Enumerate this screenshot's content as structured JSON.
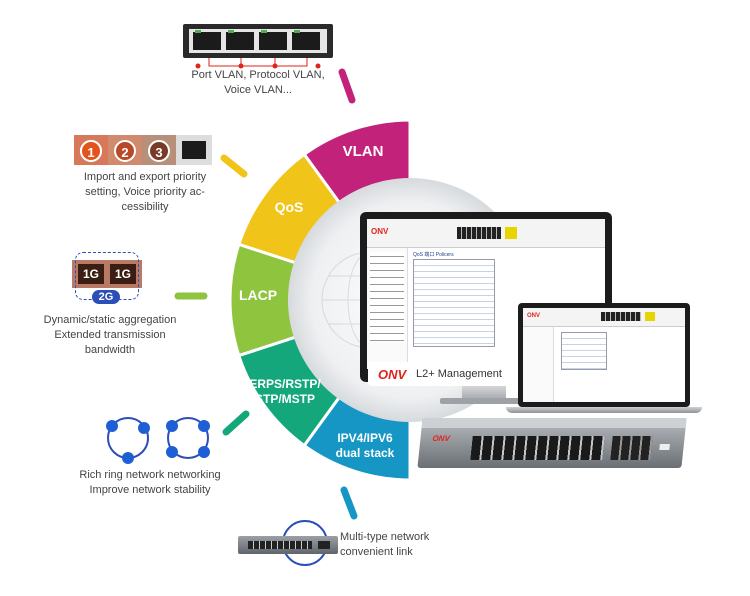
{
  "wheel": {
    "segments": [
      {
        "label": "VLAN",
        "color": "#c2227a"
      },
      {
        "label": "QoS",
        "color": "#f0c419"
      },
      {
        "label": "LACP",
        "color": "#8fc43f"
      },
      {
        "label_lines": [
          "ERPS/RSTP/",
          "STP/MSTP"
        ],
        "color": "#14a77b"
      },
      {
        "label_lines": [
          "IPV4/IPV6",
          "dual stack"
        ],
        "color": "#1596c4"
      }
    ]
  },
  "features": {
    "vlan": {
      "lines": [
        "Port VLAN, Protocol VLAN,",
        "Voice VLAN..."
      ]
    },
    "qos": {
      "lines": [
        "Import and export priority",
        "setting, Voice priority ac-",
        "cessibility"
      ],
      "badges": [
        "1",
        "2",
        "3"
      ]
    },
    "lacp": {
      "lines": [
        "Dynamic/static aggregation",
        "Extended transmission",
        "bandwidth"
      ],
      "ports": [
        "1G",
        "1G"
      ],
      "aggregate": "2G"
    },
    "ring": {
      "lines": [
        "Rich ring network networking",
        "Improve network stability"
      ]
    },
    "link": {
      "lines": [
        "Multi-type network",
        "convenient link"
      ]
    }
  },
  "monitor": {
    "brand": "ONV",
    "caption": "L2+ Management",
    "table_title": "QoS 端口 Policers"
  },
  "switch": {
    "brand": "ONV"
  },
  "colors": {
    "onv_red": "#e2231a",
    "accent_yellow": "#f0c419"
  }
}
